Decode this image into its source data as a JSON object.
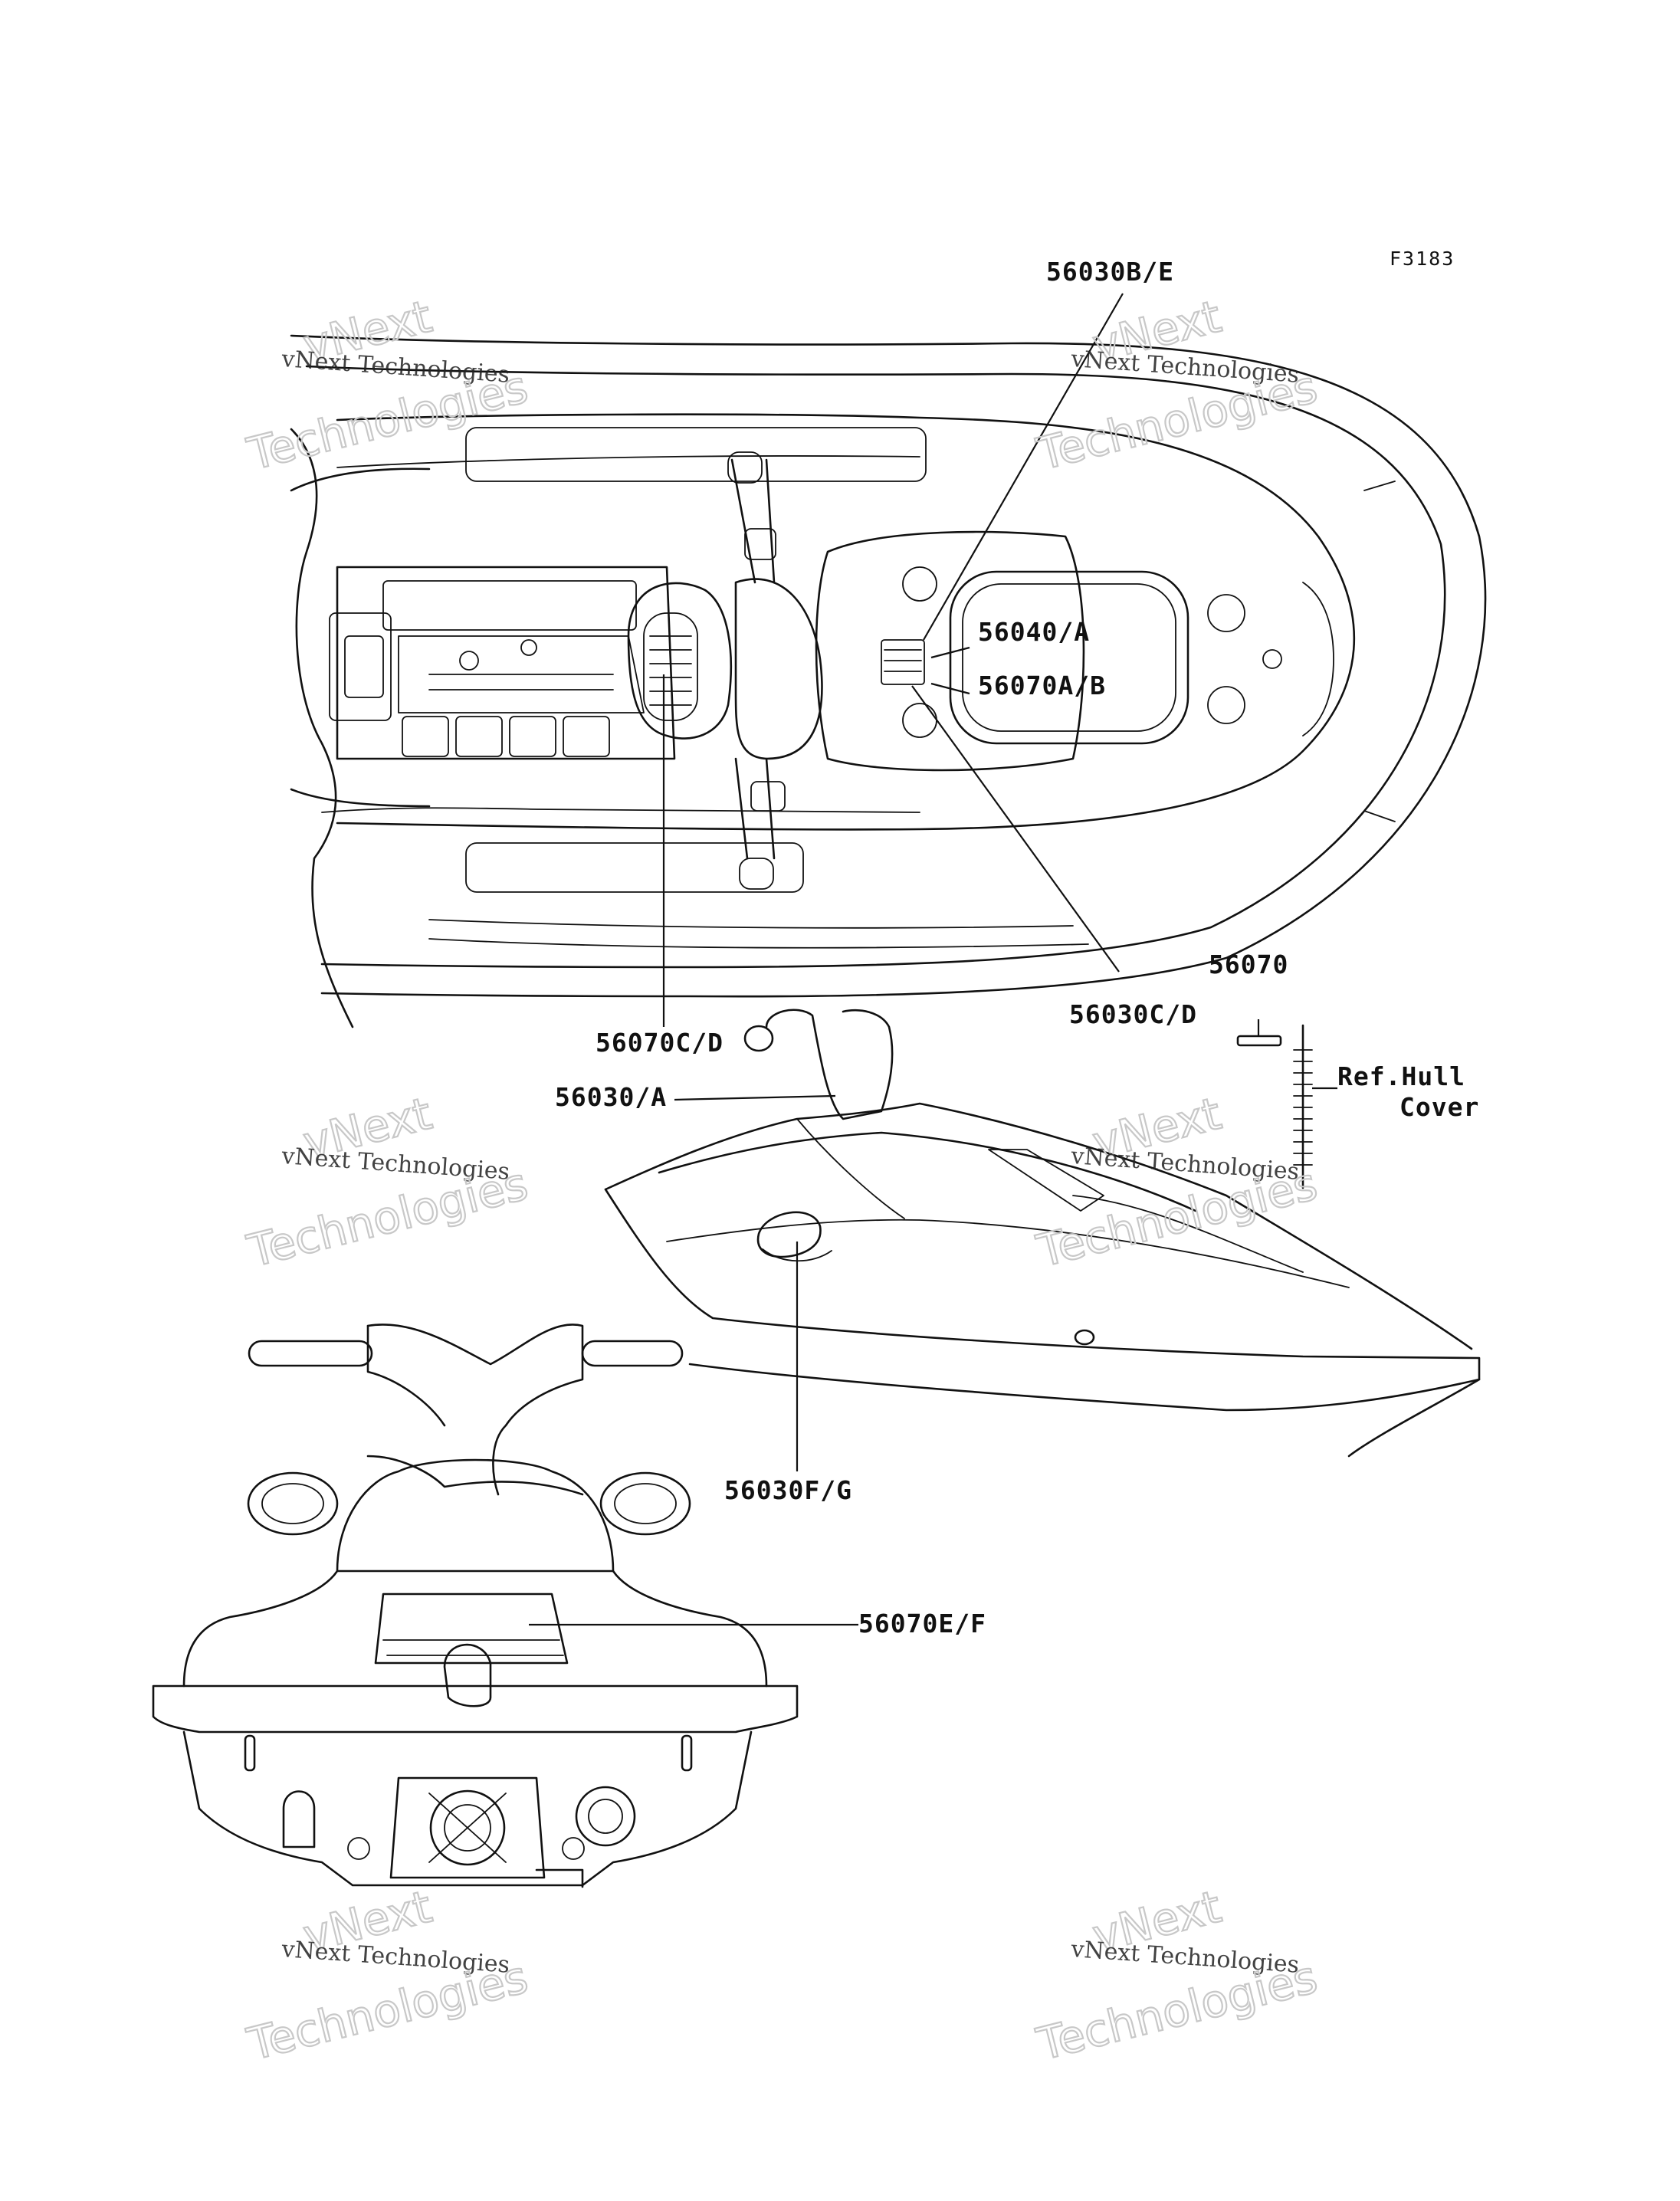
{
  "figure_id": "F3183",
  "part_labels": {
    "p56030be": "56030B/E",
    "p56040a": "56040/A",
    "p56070ab": "56070A/B",
    "p56070cd": "56070C/D",
    "p56030cd": "56030C/D",
    "p56070": "56070",
    "p56030a": "56030/A",
    "p56030fg": "56030F/G",
    "p56070ef": "56070E/F"
  },
  "ref_note": {
    "line1": "Ref.Hull",
    "line2": "Cover"
  },
  "watermark": {
    "brand_small": "vNext",
    "company": "vNext Technologies",
    "word": "Technologies"
  },
  "colors": {
    "ink": "#111111",
    "background": "#ffffff",
    "watermark_outline": "#c8c8c8"
  }
}
